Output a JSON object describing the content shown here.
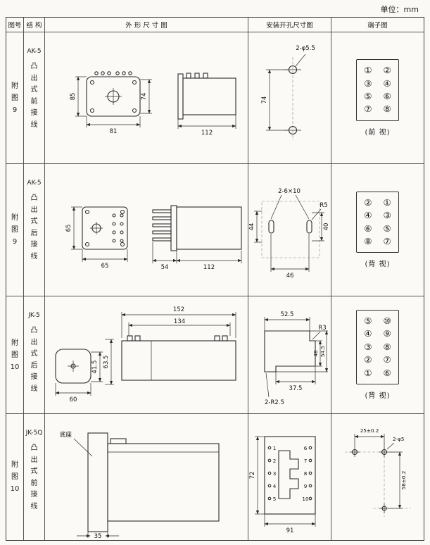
{
  "unit_label": "单位：mm",
  "headers": {
    "fig_no": "图号",
    "structure": "结 构",
    "outline": "外 形 尺 寸 图",
    "mounting": "安装开孔尺寸图",
    "terminal": "端子图"
  },
  "rows": [
    {
      "fig_no": "附图9",
      "model": "AK-5",
      "structure_desc": "凸出式前接线",
      "outline": {
        "front_h": "85",
        "front_w": "81",
        "inner_h": "74",
        "side_w": "112"
      },
      "mounting": {
        "holes": "2-φ5.5",
        "v_dim": "74"
      },
      "terminal": {
        "cells": [
          "①",
          "②",
          "③",
          "④",
          "⑤",
          "⑥",
          "⑦",
          "⑧"
        ],
        "view": "(前 视)"
      }
    },
    {
      "fig_no": "附图9",
      "model": "AK-5",
      "structure_desc": "凸出式后接线",
      "outline": {
        "front_h": "65",
        "front_w": "65",
        "pin_d": "54",
        "side_w": "112"
      },
      "mounting": {
        "slots": "2-6×10",
        "radius": "R5",
        "v_dim": "44",
        "slot_h": "40",
        "h_dim": "46"
      },
      "terminal": {
        "cells": [
          "②",
          "①",
          "④",
          "③",
          "⑥",
          "⑤",
          "⑧",
          "⑦"
        ],
        "view": "(背 视)"
      }
    },
    {
      "fig_no": "附图10",
      "model": "JK-5",
      "structure_desc": "凸出式后接线",
      "outline": {
        "total_l": "152",
        "body_l": "134",
        "h1": "41.5",
        "h2": "63.5",
        "front_w": "60"
      },
      "mounting": {
        "top_w": "52.5",
        "radius": "R3",
        "inner_h": "48",
        "outer_h": "54.5",
        "bottom_w": "37.5",
        "corner": "2-R2.5"
      },
      "terminal": {
        "cells": [
          "⑤",
          "⑩",
          "④",
          "⑨",
          "③",
          "⑧",
          "②",
          "⑦",
          "①",
          "⑥"
        ],
        "view": "(背 视)"
      }
    },
    {
      "fig_no": "附图10",
      "model": "JK-5Q",
      "structure_desc": "凸出式前接线",
      "outline": {
        "base_label": "底座",
        "base_w": "35"
      },
      "mounting": {
        "v_dim": "72",
        "h_dim": "91",
        "pins_left": [
          "1",
          "2",
          "3",
          "4",
          "5"
        ],
        "pins_right": [
          "6",
          "7",
          "8",
          "9",
          "10"
        ]
      },
      "terminal": {
        "h_dim": "25±0.2",
        "holes": "2-φ5",
        "v_dim": "58±0.2"
      }
    }
  ]
}
